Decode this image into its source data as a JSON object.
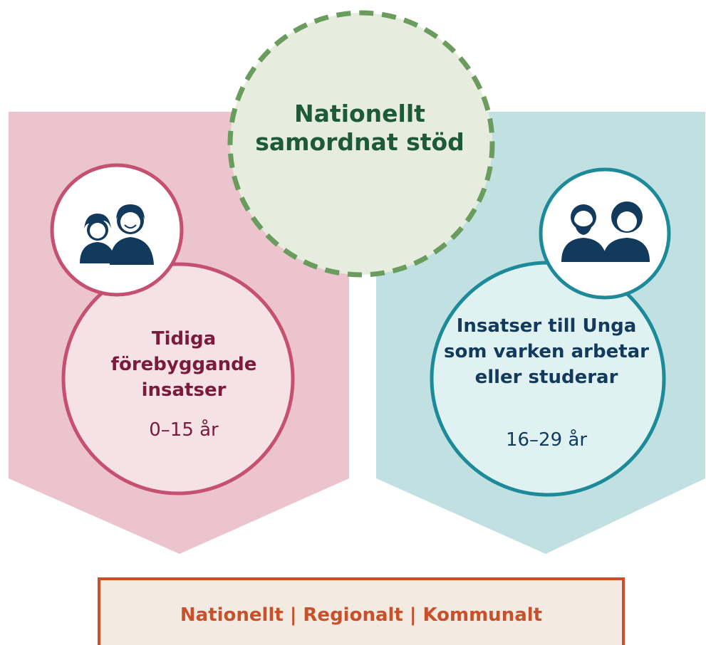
{
  "center": {
    "title": "Nationellt samordnat stöd"
  },
  "left": {
    "title": "Tidiga förebyggande insatser",
    "age": "0–15 år",
    "icon": "child-and-adult-icon",
    "color": "#c5506f"
  },
  "right": {
    "title": "Insatser till Unga som varken arbetar eller studerar",
    "age": "16–29 år",
    "icon": "young-adults-icon",
    "color": "#1d8a9a"
  },
  "footer": {
    "text": "Nationellt | Regionalt | Kommunalt"
  },
  "colors": {
    "left_panel": "#ebc4cd",
    "right_panel": "#c0e0e2",
    "center_fill": "#e6eddf",
    "center_stroke": "#6a9c5e",
    "person": "#123a5c"
  }
}
